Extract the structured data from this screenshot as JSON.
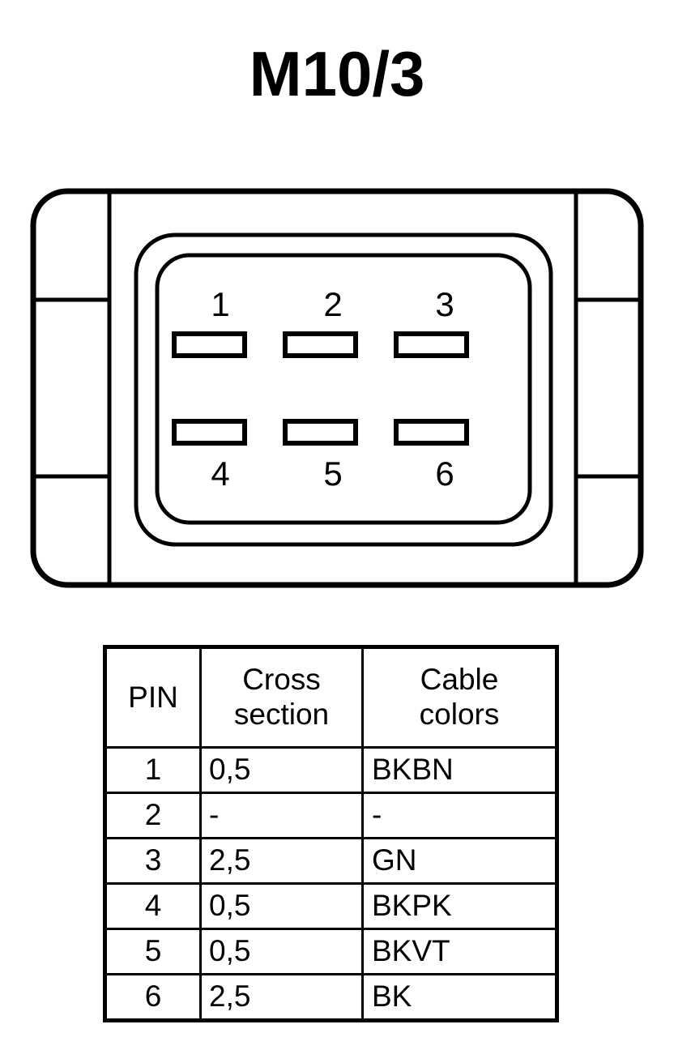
{
  "title": "M10/3",
  "connector": {
    "name": "6-way-connector-face-view",
    "pin_count": 6,
    "rows": [
      {
        "labels": [
          "1",
          "2",
          "3"
        ],
        "label_position": "above"
      },
      {
        "labels": [
          "4",
          "5",
          "6"
        ],
        "label_position": "below"
      }
    ],
    "pin_labels": [
      "1",
      "2",
      "3",
      "4",
      "5",
      "6"
    ],
    "outline_color": "#000000",
    "fill_color": "#ffffff"
  },
  "table": {
    "headers": [
      "PIN",
      "Cross section",
      "Cable colors"
    ],
    "header_lines": [
      [
        "PIN"
      ],
      [
        "Cross",
        "section"
      ],
      [
        "Cable",
        "colors"
      ]
    ],
    "rows": [
      {
        "pin": "1",
        "cross_section": "0,5",
        "cable_colors": "BKBN"
      },
      {
        "pin": "2",
        "cross_section": "-",
        "cable_colors": "-"
      },
      {
        "pin": "3",
        "cross_section": "2,5",
        "cable_colors": "GN"
      },
      {
        "pin": "4",
        "cross_section": "0,5",
        "cable_colors": "BKPK"
      },
      {
        "pin": "5",
        "cross_section": "0,5",
        "cable_colors": "BKVT"
      },
      {
        "pin": "6",
        "cross_section": "2,5",
        "cable_colors": "BK"
      }
    ]
  }
}
